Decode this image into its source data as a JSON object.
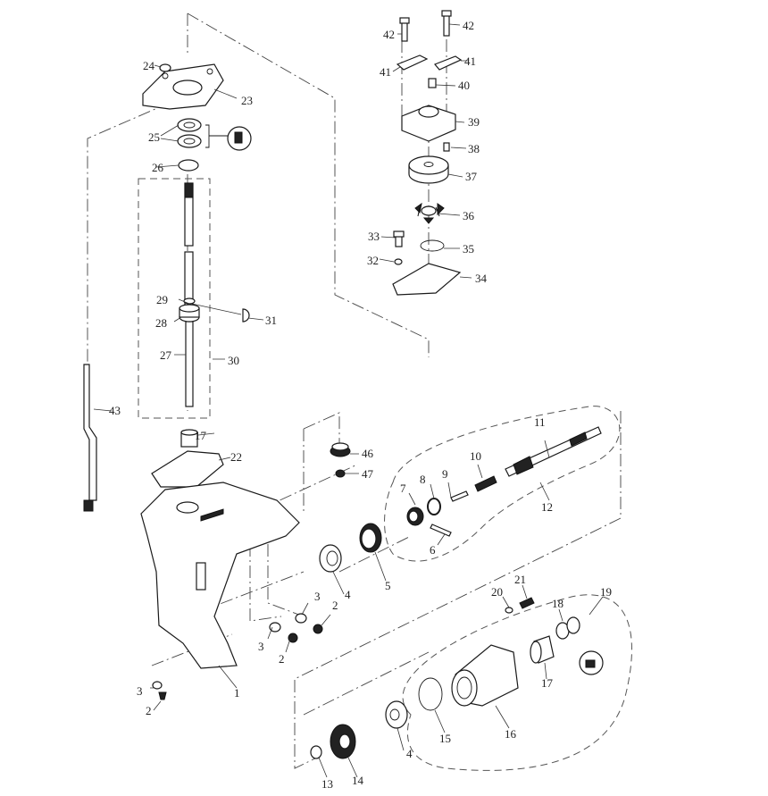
{
  "diagram": {
    "title": "Lower unit exploded parts view",
    "callouts": {
      "p1": "1",
      "p2a": "2",
      "p2b": "2",
      "p2c": "2",
      "p3a": "3",
      "p3b": "3",
      "p3c": "3",
      "p4a": "4",
      "p4b": "4",
      "p5": "5",
      "p6": "6",
      "p7": "7",
      "p8": "8",
      "p9": "9",
      "p10": "10",
      "p11": "11",
      "p12": "12",
      "p13": "13",
      "p14": "14",
      "p15": "15",
      "p16": "16",
      "p17a": "17",
      "p17b": "17",
      "p18": "18",
      "p19": "19",
      "p20": "20",
      "p21": "21",
      "p22": "22",
      "p23": "23",
      "p24": "24",
      "p25": "25",
      "p26": "26",
      "p27": "27",
      "p28": "28",
      "p29": "29",
      "p30": "30",
      "p31": "31",
      "p32": "32",
      "p33": "33",
      "p34": "34",
      "p35": "35",
      "p36": "36",
      "p37": "37",
      "p38": "38",
      "p39": "39",
      "p40": "40",
      "p41a": "41",
      "p41b": "41",
      "p42a": "42",
      "p42b": "42",
      "p43": "43",
      "p46": "46",
      "p47": "47"
    }
  }
}
